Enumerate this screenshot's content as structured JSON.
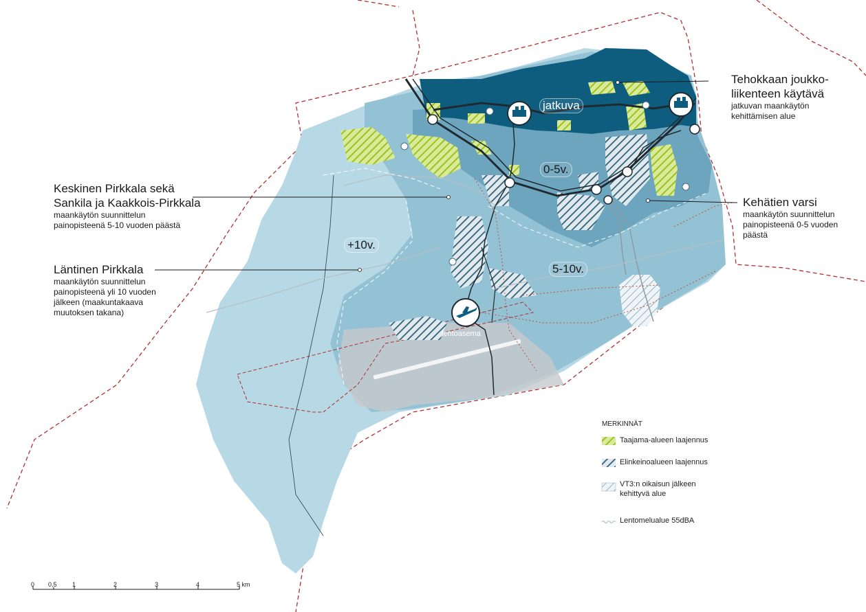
{
  "labels": {
    "jatkuva": "jatkuva",
    "zone_0_5": "0-5v.",
    "zone_5_10": "5-10v.",
    "zone_10": "+10v.",
    "lentoasema": "lentoasema"
  },
  "callouts": [
    {
      "title_lines": [
        "Tehokkaan joukko-",
        "liikenteen käytävä"
      ],
      "sub_lines": [
        "jatkuvan maankäytön",
        "kehittämisen alue"
      ]
    },
    {
      "title_lines": [
        "Keskinen Pirkkala sekä",
        "Sankila ja Kaakkois-Pirkkala"
      ],
      "sub_lines": [
        "maankäytön suunnittelun",
        "painopisteenä 5-10 vuoden päästä"
      ]
    },
    {
      "title_lines": [
        "Kehätien varsi"
      ],
      "sub_lines": [
        "maankäytön suunnittelun",
        "painopisteenä 0-5 vuoden",
        "päästä"
      ]
    },
    {
      "title_lines": [
        "Läntinen Pirkkala"
      ],
      "sub_lines": [
        "maankäytön suunnittelun",
        "painopisteenä yli 10 vuoden",
        "jälkeen (maakuntakaava",
        "muutoksen takana)"
      ]
    }
  ],
  "legend": {
    "title": "MERKINNÄT",
    "items": [
      {
        "label": "Taajama-alueen laajennus",
        "color": "#b5d334"
      },
      {
        "label": "Elinkeinoalueen laajennus",
        "color": "#24596e"
      },
      {
        "label_lines": [
          "VT3:n oikaisun jälkeen",
          "kehittyvä alue"
        ],
        "color": "#8fb4c6"
      },
      {
        "label": "Lentomelualue 55dBA",
        "color": "#c8d3da"
      }
    ]
  },
  "scale": {
    "ticks": [
      "0",
      "0,5",
      "1",
      "2",
      "3",
      "4",
      "5 km"
    ]
  },
  "colors": {
    "zone_light": "#a8cfdf",
    "zone_mid": "#7fb4ca",
    "zone_dark": "#0f5d7e",
    "airport": "#c5c9cc",
    "boundary": "#b03030",
    "green": "#b5d334"
  }
}
